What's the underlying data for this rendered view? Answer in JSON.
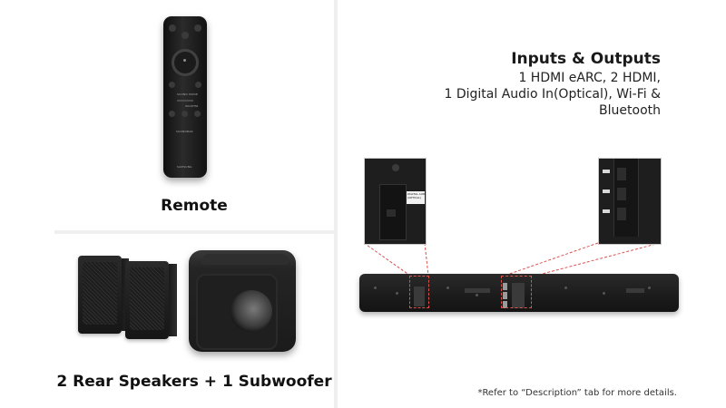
{
  "left": {
    "remote_label": "Remote",
    "remote_buttons": [
      "SOUND MODE",
      "WOOFER",
      "SOUNDBAR",
      "SAMSUNG"
    ],
    "speakers_label": "2 Rear Speakers + 1 Subwoofer"
  },
  "right": {
    "title": "Inputs & Outputs",
    "lines": [
      "1 HDMI eARC, 2 HDMI,",
      "1 Digital Audio In(Optical), Wi-Fi &",
      "Bluetooth"
    ],
    "zoom_label": "DIGITAL AUDIO IN\n(OPTICAL)",
    "note": "*Refer to “Description” tab for more details."
  },
  "colors": {
    "highlight": "#d9534f",
    "divider": "#efefef"
  }
}
